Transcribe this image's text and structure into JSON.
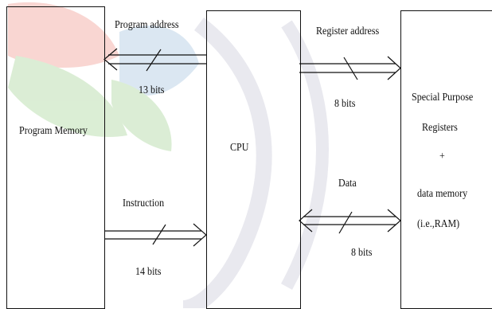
{
  "blocks": {
    "program_memory": "Program Memory",
    "cpu": "CPU",
    "special_purpose": {
      "line1": "Special Purpose",
      "line2": "Registers",
      "line3": "+",
      "line4": "data memory",
      "line5": "(i.e.,RAM)"
    }
  },
  "buses": {
    "program_address": {
      "label": "Program address",
      "width": "13 bits"
    },
    "instruction": {
      "label": "Instruction",
      "width": "14 bits"
    },
    "register_address": {
      "label": "Register address",
      "width": "8  bits"
    },
    "data": {
      "label": "Data",
      "width": "8  bits"
    }
  },
  "colors": {
    "line": "#111111",
    "watermark_red": "#f7c9c4",
    "watermark_green": "#cfe8c7",
    "watermark_blue": "#cfe0ee",
    "watermark_gray": "#e9e9ef"
  }
}
